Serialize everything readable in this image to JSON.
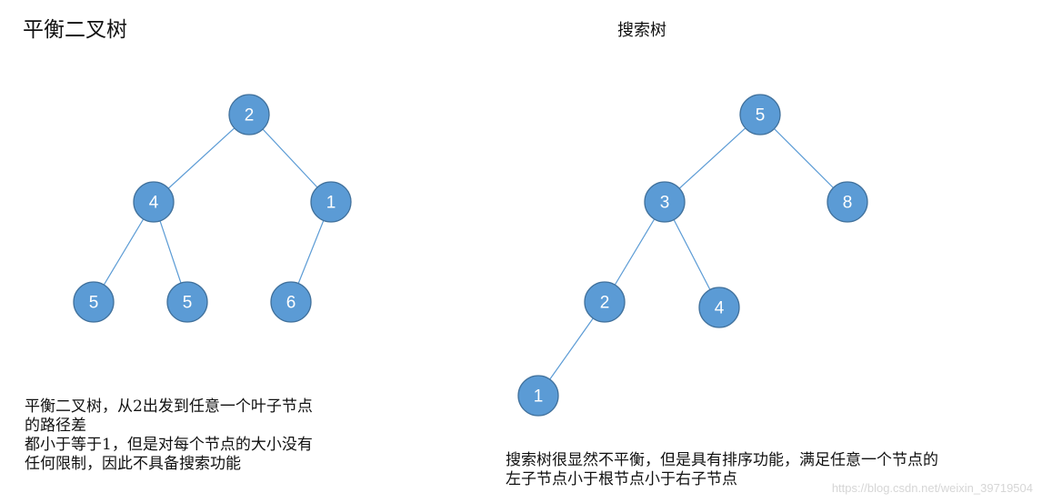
{
  "left_panel": {
    "title": "平衡二叉树",
    "tree": {
      "nodes": [
        {
          "id": "a",
          "label": "2"
        },
        {
          "id": "b",
          "label": "4"
        },
        {
          "id": "c",
          "label": "1"
        },
        {
          "id": "d",
          "label": "5"
        },
        {
          "id": "e",
          "label": "5"
        },
        {
          "id": "f",
          "label": "6"
        }
      ],
      "edges": [
        [
          "a",
          "b"
        ],
        [
          "a",
          "c"
        ],
        [
          "b",
          "d"
        ],
        [
          "b",
          "e"
        ],
        [
          "c",
          "f"
        ]
      ]
    },
    "description_lines": [
      "平衡二叉树，从2出发到任意一个叶子节点",
      "的路径差",
      "都小于等于1，但是对每个节点的大小没有",
      "任何限制，因此不具备搜索功能"
    ]
  },
  "right_panel": {
    "title": "搜索树",
    "tree": {
      "nodes": [
        {
          "id": "p",
          "label": "5"
        },
        {
          "id": "q",
          "label": "3"
        },
        {
          "id": "r",
          "label": "8"
        },
        {
          "id": "s",
          "label": "2"
        },
        {
          "id": "t",
          "label": "4"
        },
        {
          "id": "u",
          "label": "1"
        }
      ],
      "edges": [
        [
          "p",
          "q"
        ],
        [
          "p",
          "r"
        ],
        [
          "q",
          "s"
        ],
        [
          "q",
          "t"
        ],
        [
          "s",
          "u"
        ]
      ]
    },
    "description_lines": [
      "搜索树很显然不平衡，但是具有排序功能，满足任意一个节点的",
      "左子节点小于根节点小于右子节点"
    ]
  },
  "watermark": "https://blog.csdn.net/weixin_39719504",
  "colors": {
    "node_fill": "#5b9bd5",
    "node_stroke": "#41719c",
    "edge": "#5b9bd5",
    "text": "#111111"
  }
}
